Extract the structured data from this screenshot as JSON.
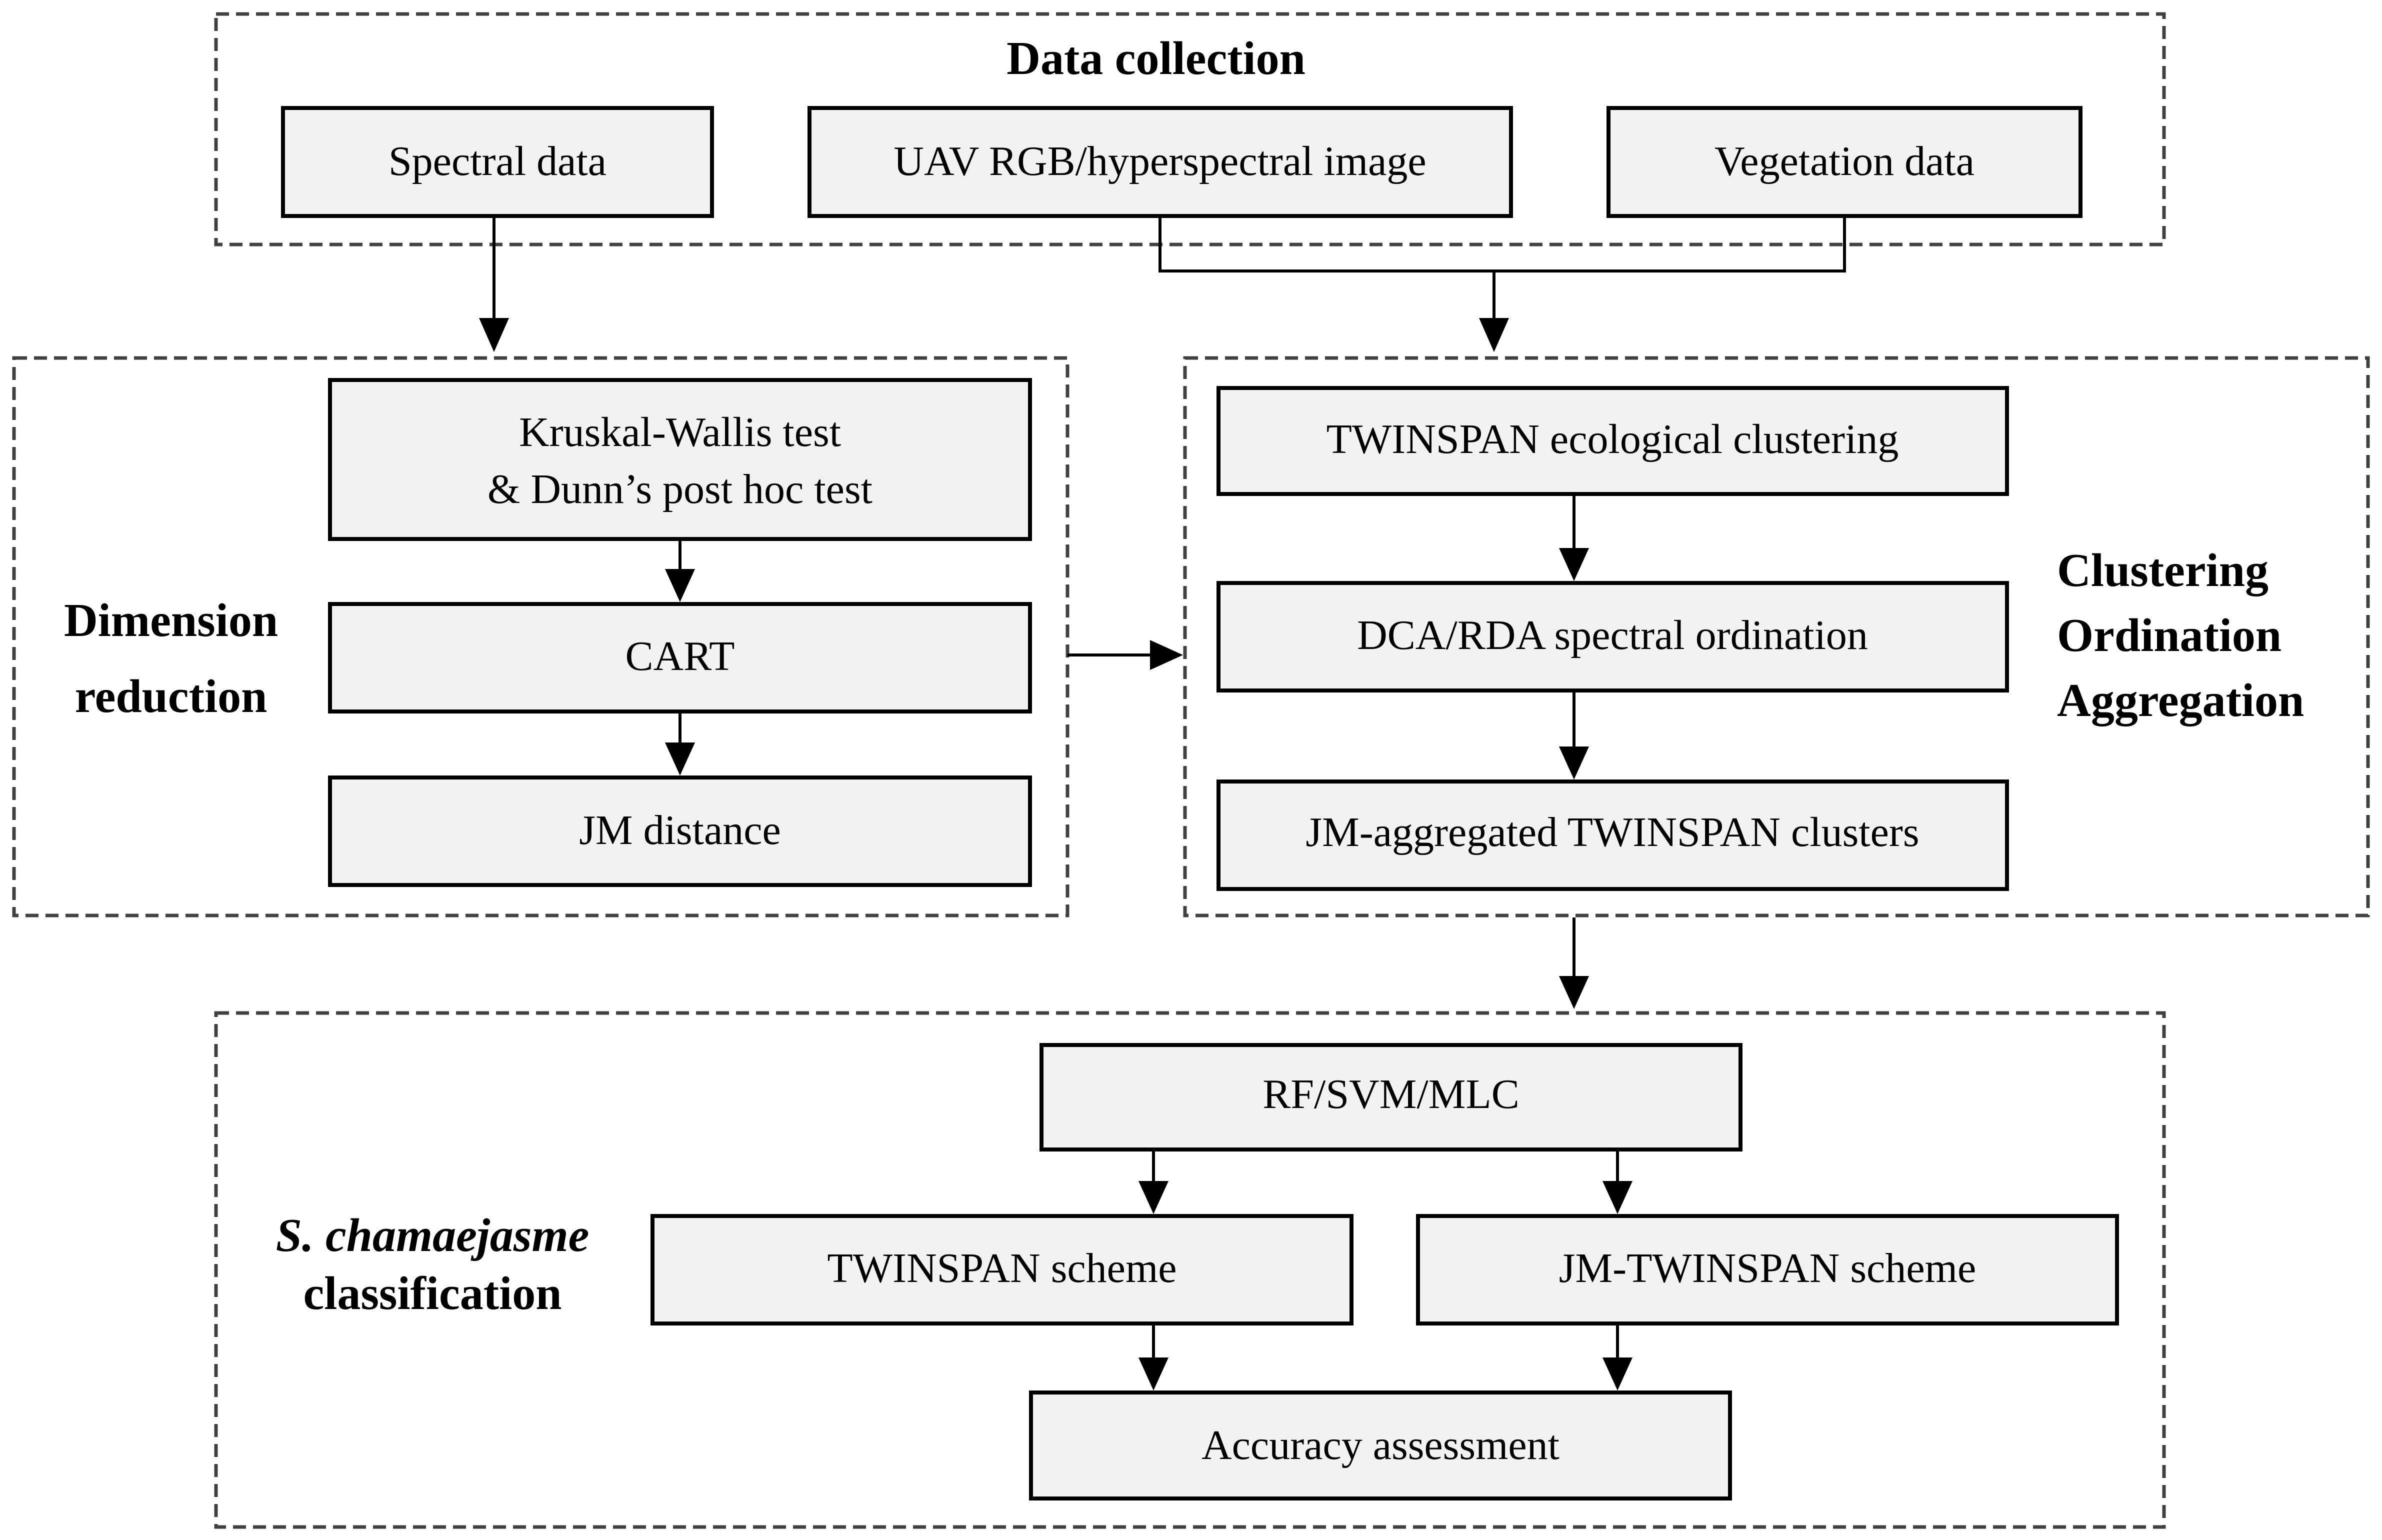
{
  "groups": {
    "data_collection": {
      "title": "Data collection"
    },
    "dimension_reduction": {
      "title_line1": "Dimension",
      "title_line2": "reduction"
    },
    "clustering": {
      "title_line1": "Clustering",
      "title_line2": "Ordination",
      "title_line3": "Aggregation"
    },
    "classification": {
      "title_line1_italic": "S. chamaejasme",
      "title_line2": "classification"
    }
  },
  "boxes": {
    "spectral_data": "Spectral data",
    "uav_image": "UAV RGB/hyperspectral image",
    "vegetation_data": "Vegetation data",
    "kruskal_line1": "Kruskal-Wallis test",
    "kruskal_line2": "& Dunn’s post hoc test",
    "cart": "CART",
    "jm_distance": "JM distance",
    "twinspan_clustering": "TWINSPAN ecological clustering",
    "dca_rda": "DCA/RDA spectral ordination",
    "jm_aggregated": "JM-aggregated TWINSPAN clusters",
    "classifiers": "RF/SVM/MLC",
    "twinspan_scheme": "TWINSPAN scheme",
    "jm_twinspan_scheme": "JM-TWINSPAN scheme",
    "accuracy": "Accuracy assessment"
  }
}
